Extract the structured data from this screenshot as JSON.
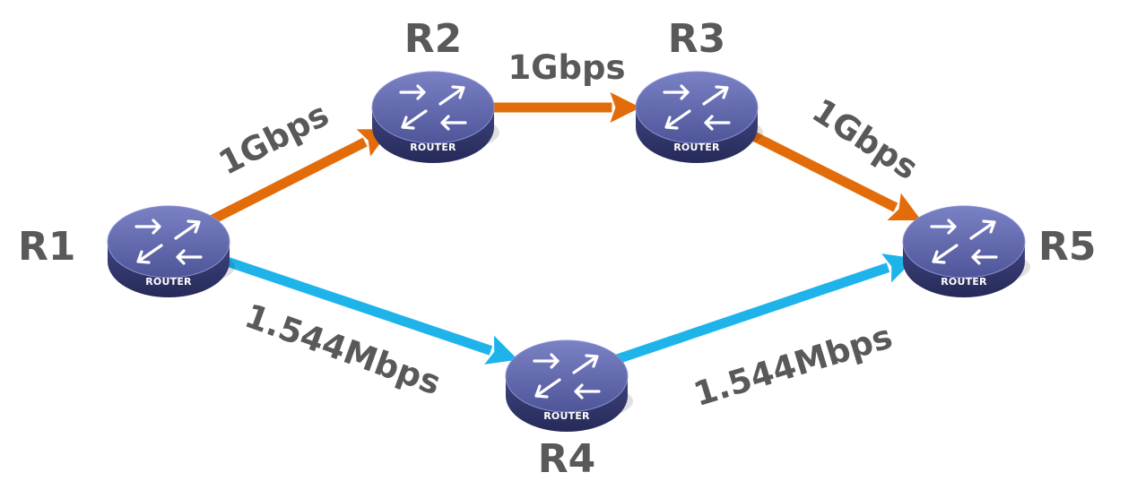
{
  "colors": {
    "fast_link": "#E36C0A",
    "slow_link": "#1EB4EA",
    "label_text": "#595959",
    "router_top": "#5B63A8",
    "router_side": "#34386E"
  },
  "routers": [
    {
      "id": "R1",
      "name": "R1",
      "caption": "ROUTER",
      "icon": "router-icon"
    },
    {
      "id": "R2",
      "name": "R2",
      "caption": "ROUTER",
      "icon": "router-icon"
    },
    {
      "id": "R3",
      "name": "R3",
      "caption": "ROUTER",
      "icon": "router-icon"
    },
    {
      "id": "R4",
      "name": "R4",
      "caption": "ROUTER",
      "icon": "router-icon"
    },
    {
      "id": "R5",
      "name": "R5",
      "caption": "ROUTER",
      "icon": "router-icon"
    }
  ],
  "links": [
    {
      "from": "R1",
      "to": "R2",
      "bandwidth": "1Gbps",
      "type": "fast"
    },
    {
      "from": "R2",
      "to": "R3",
      "bandwidth": "1Gbps",
      "type": "fast"
    },
    {
      "from": "R3",
      "to": "R5",
      "bandwidth": "1Gbps",
      "type": "fast"
    },
    {
      "from": "R1",
      "to": "R4",
      "bandwidth": "1.544Mbps",
      "type": "slow"
    },
    {
      "from": "R4",
      "to": "R5",
      "bandwidth": "1.544Mbps",
      "type": "slow"
    }
  ]
}
